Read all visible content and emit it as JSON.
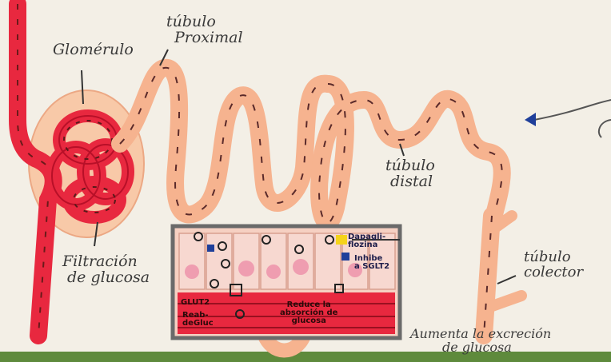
{
  "labels": {
    "glomerulo": "Glomérulo",
    "tubulo_proximal_1": "túbulo",
    "tubulo_proximal_2": "Proximal",
    "tubulo_distal_1": "túbulo",
    "tubulo_distal_2": "distal",
    "tubulo_colector_1": "túbulo",
    "tubulo_colector_2": "colector",
    "filtracion_1": "Filtración",
    "filtracion_2": "de glucosa",
    "dapagli_1": "Dapagli-",
    "dapagli_2": "flozina",
    "inhibe_1": "Inhibe",
    "inhibe_2": "a SGLT2",
    "glut2": "GLUT2",
    "reabs_1": "Reab-",
    "reabs_2": "deGluc",
    "reduce_1": "Reduce la",
    "reduce_2": "absorción de",
    "reduce_3": "glucosa",
    "excrecion_1": "Aumenta la excreción",
    "excrecion_2": "de glucosa"
  },
  "colors": {
    "background": "#f3efe6",
    "vessel_red": "#e8283f",
    "tubule_peach": "#f6b38f",
    "tubule_outline": "#e9966e",
    "dash": "#5a2a2a",
    "inset_border": "#6a6a6a",
    "ground_green": "#5e8a3c",
    "arrow_blue": "#1f3f9a"
  }
}
